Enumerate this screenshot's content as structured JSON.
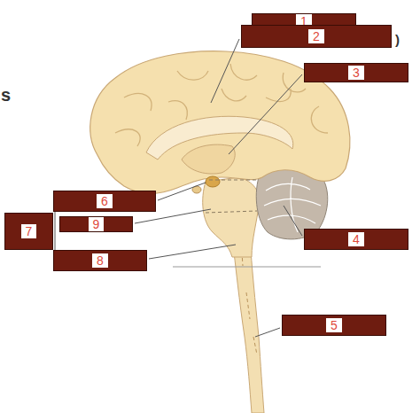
{
  "diagram": {
    "nodes": [
      {
        "text": [
          "1"
        ]
      },
      {
        "text": [
          "2"
        ]
      },
      {
        "text": [
          "3"
        ]
      },
      {
        "text": [
          "6"
        ]
      },
      {
        "text": [
          "7"
        ]
      },
      {
        "text": [
          "9"
        ]
      },
      {
        "text": [
          "4"
        ]
      },
      {
        "text": [
          "8"
        ]
      },
      {
        "text": [
          "5"
        ]
      }
    ],
    "labels": [
      "s",
      ")"
    ]
  }
}
